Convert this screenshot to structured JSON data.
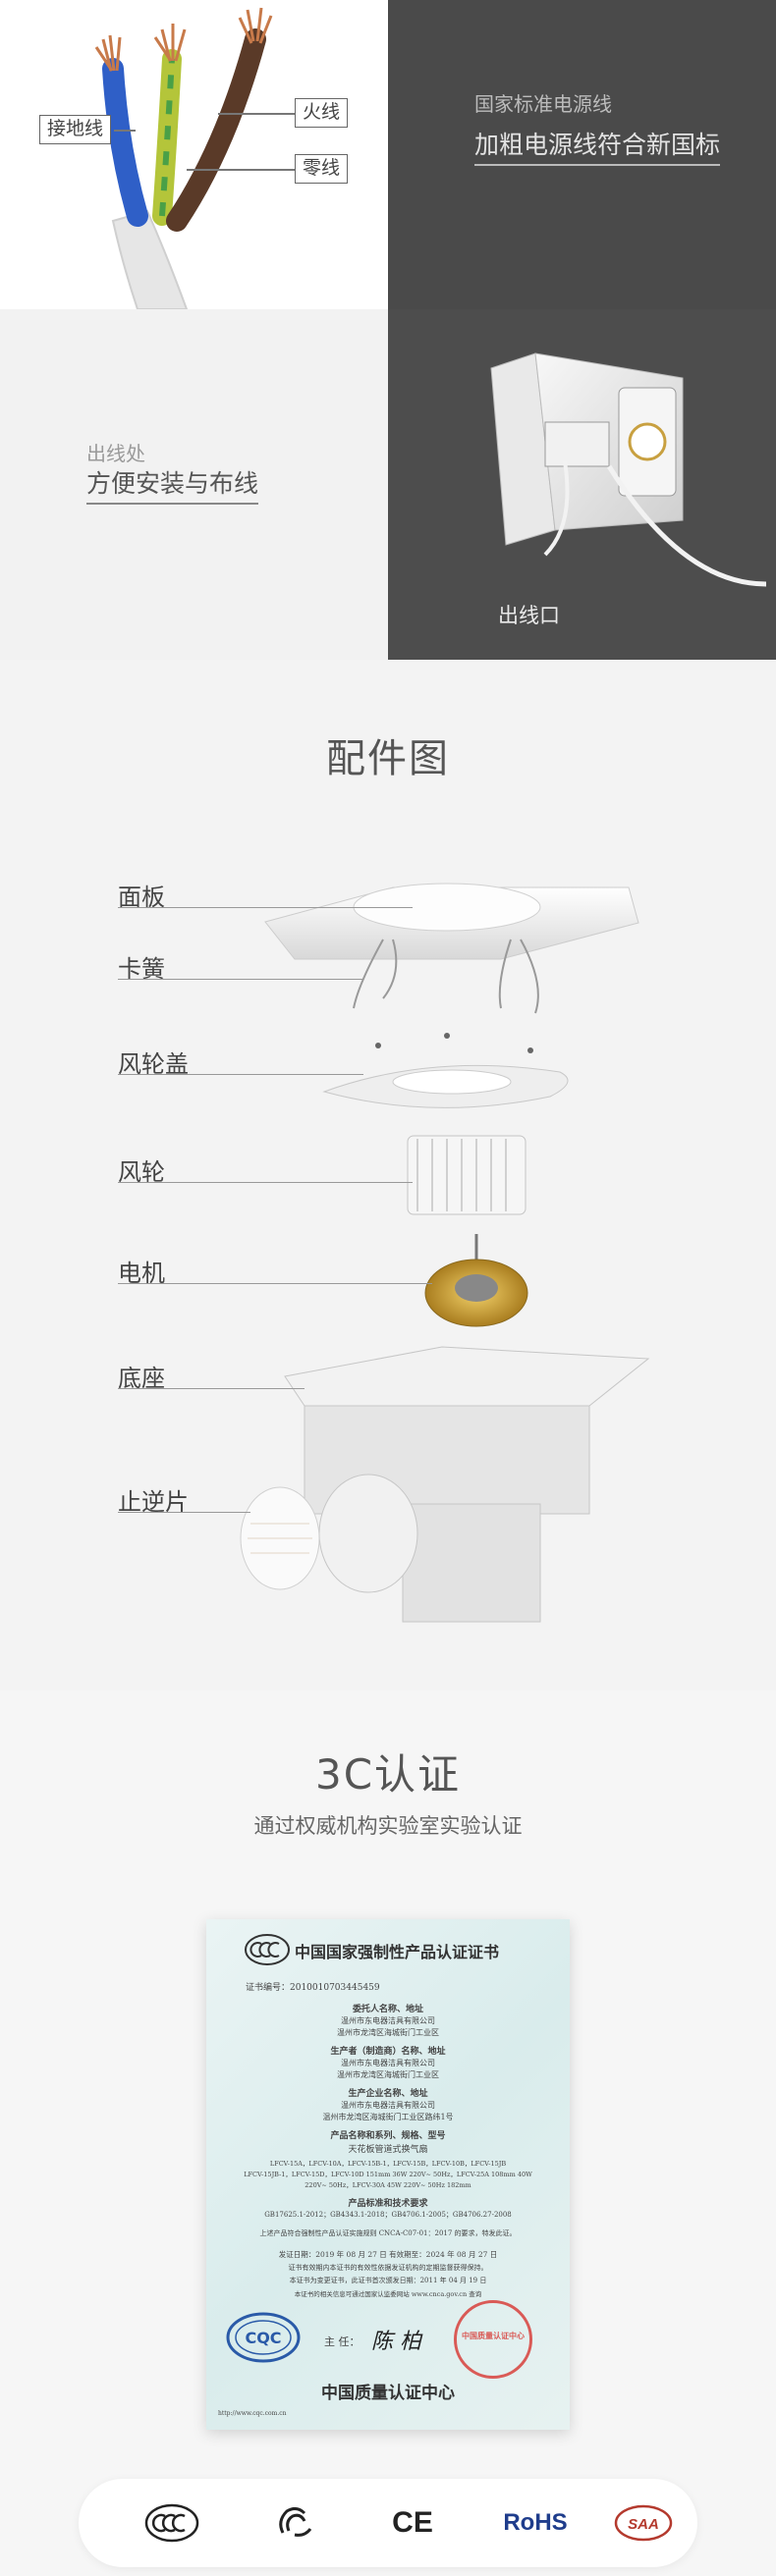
{
  "cable_section": {
    "labels": {
      "ground": "接地线",
      "live": "火线",
      "neutral": "零线"
    },
    "small_heading": "国家标准电源线",
    "big_heading": "加粗电源线符合新国标"
  },
  "outlet_section": {
    "small_heading": "出线处",
    "big_heading": "方便安装与布线",
    "photo_caption": "出线口"
  },
  "parts_section": {
    "title": "配件图",
    "parts": [
      "面板",
      "卡簧",
      "风轮盖",
      "风轮",
      "电机",
      "底座",
      "止逆片"
    ]
  },
  "cert_section": {
    "title": "3C认证",
    "subtitle": "通过权威机构实验室实验认证",
    "certificate": {
      "header": "中国国家强制性产品认证证书",
      "number_line": "证书编号：2010010703445459",
      "applicant_label": "委托人名称、地址",
      "applicant_value_1": "温州市东电器洁具有限公司",
      "applicant_value_2": "温州市龙湾区海城街门工业区",
      "manufacturer_label": "生产者（制造商）名称、地址",
      "manufacturer_value_1": "温州市东电器洁具有限公司",
      "manufacturer_value_2": "温州市龙湾区海城街门工业区",
      "factory_label": "生产企业名称、地址",
      "factory_value_1": "温州市东电器洁具有限公司",
      "factory_value_2": "温州市龙湾区海城街门工业区路纬1号",
      "product_label": "产品名称和系列、规格、型号",
      "product_name": "天花板管道式换气扇",
      "models_1": "LFCV-15A，LFCV-10A，LFCV-15B-1，LFCV-15B，LFCV-10B，LFCV-15JB",
      "models_2": "LFCV-15JB-1，LFCV-15D，LFCV-10D 151mm 36W 220V~ 50Hz，LFCV-25A 108mm 40W",
      "models_3": "220V~ 50Hz，LFCV-30A  45W 220V~ 50Hz 182mm",
      "standards_label": "产品标准和技术要求",
      "standards": "GB17625.1-2012；GB4343.1-2018；GB4706.1-2005；GB4706.27-2008",
      "scheme_line": "上述产品符合强制性产品认证实施规则 CNCA-C07-01：2017 的要求，特发此证。",
      "dates_line": "发证日期：2019 年 08 月 27 日    有效期至：2024 年 08 月 27 日",
      "validity_line": "证书有效期内本证书的有效性依据发证机构的定期监督获得保持。",
      "first_issue_line": "本证书为变更证书，此证书首次颁发日期：2011 年 04 月 19 日",
      "query_line": "本证书的相关信息可通过国家认监委网站 www.cnca.gov.cn 查询",
      "director_label": "主  任：",
      "signature": "陈 柏",
      "stamp_text": "中国质量认证中心",
      "footer": "中国质量认证中心",
      "website": "http://www.cqc.com.cn"
    },
    "logos": [
      "CCC",
      "CCC-alt",
      "CE",
      "RoHS",
      "SAA"
    ],
    "logo_texts": {
      "ce": "CE",
      "rohs": "RoHS",
      "saa": "SAA"
    }
  },
  "colors": {
    "dark_tile": "#4a4a4a",
    "wire_blue": "#2f5fc7",
    "wire_yellow_green": "#b4c53a",
    "wire_brown": "#5a3a28",
    "copper": "#c87a4a",
    "stamp_red": "#d8413c",
    "rohs_blue": "#1f3d8c"
  }
}
